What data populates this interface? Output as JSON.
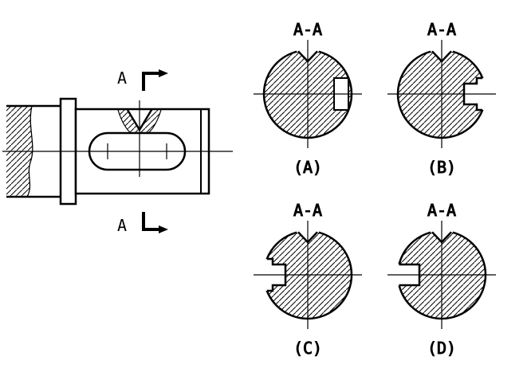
{
  "drawing": {
    "background": "#ffffff",
    "line_color": "#000000",
    "front_view": {
      "cut_label_top": "A",
      "cut_label_bottom": "A"
    },
    "options": [
      {
        "title": "A-A",
        "label": "(A)"
      },
      {
        "title": "A-A",
        "label": "(B)"
      },
      {
        "title": "A-A",
        "label": "(C)"
      },
      {
        "title": "A-A",
        "label": "(D)"
      }
    ]
  }
}
